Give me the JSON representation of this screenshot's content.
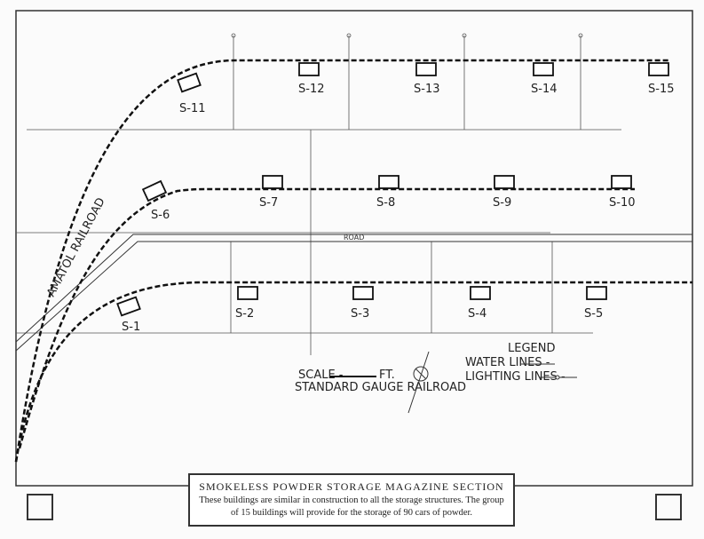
{
  "buildings": [
    "S-1",
    "S-2",
    "S-3",
    "S-4",
    "S-5",
    "S-6",
    "S-7",
    "S-8",
    "S-9",
    "S-10",
    "S-11",
    "S-12",
    "S-13",
    "S-14",
    "S-15"
  ],
  "road_label": "ROAD",
  "railroad_label": "AMATOL RAILROAD",
  "legend": {
    "title": "LEGEND",
    "water": "WATER LINES -",
    "lighting": "LIGHTING LINES -"
  },
  "scale": {
    "label": "SCALE -",
    "unit": "FT.",
    "track": "STANDARD GAUGE RAILROAD"
  },
  "caption": {
    "title": "SMOKELESS POWDER STORAGE MAGAZINE SECTION",
    "line1": "These buildings are similar in construction to all the storage structures.   The group",
    "line2": "of 15 buildings will provide for the storage of 90 cars of powder."
  }
}
